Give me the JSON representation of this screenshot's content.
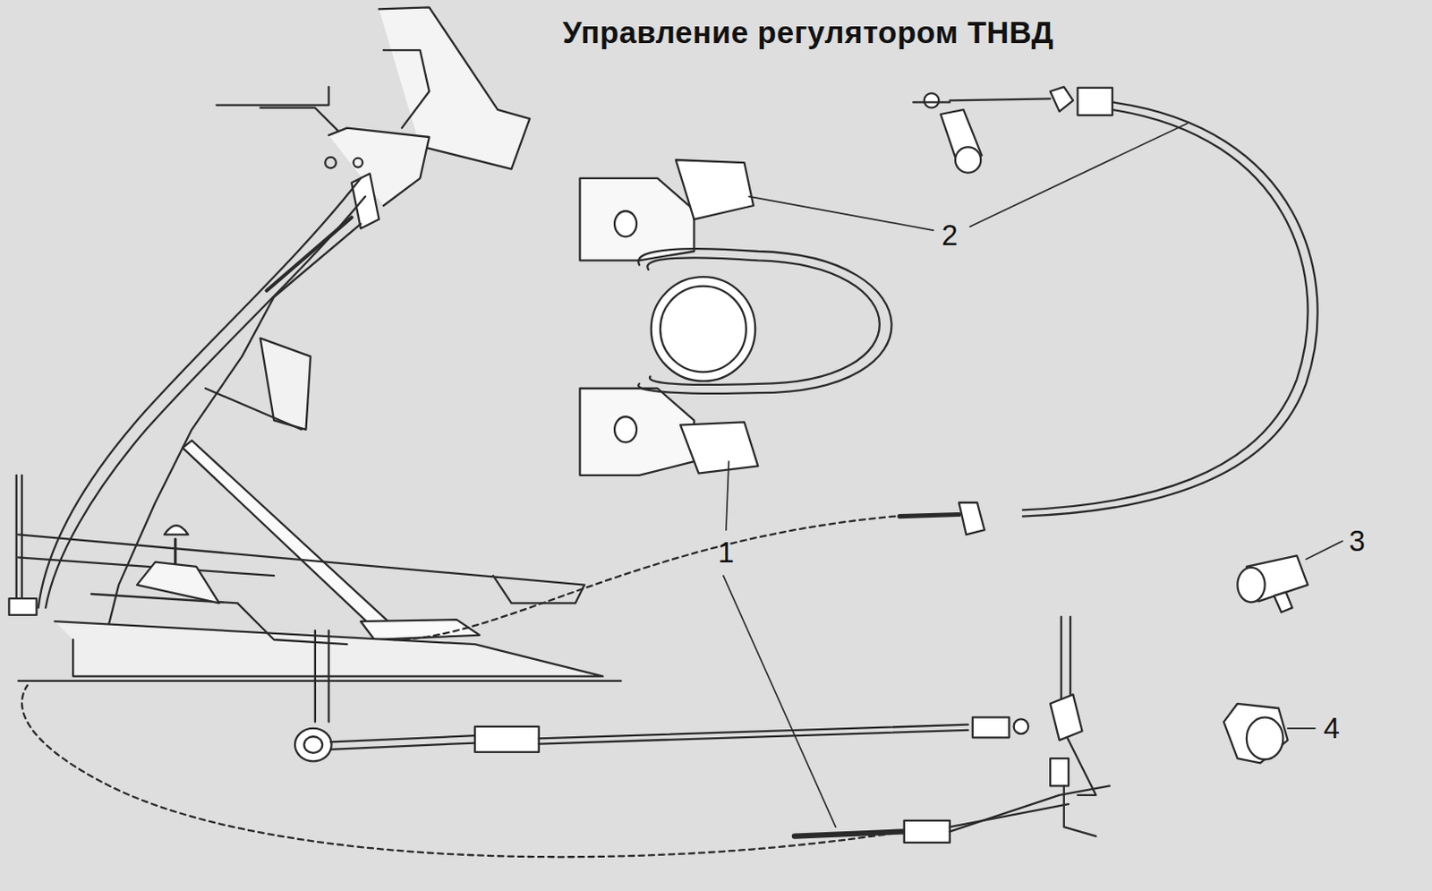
{
  "diagram": {
    "title": "Управление регулятором ТНВД",
    "labels": [
      "2",
      "1",
      "3",
      "4"
    ]
  }
}
